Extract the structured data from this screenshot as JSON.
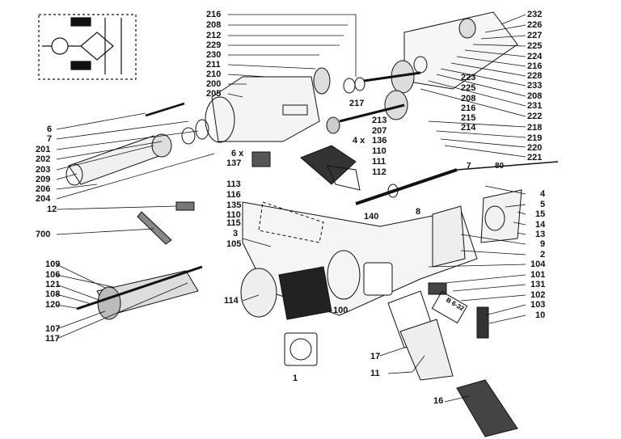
{
  "diagram": {
    "parts_top_right": [
      "216",
      "208",
      "212",
      "229",
      "230",
      "211",
      "210",
      "200",
      "205"
    ],
    "parts_far_right": [
      "232",
      "226",
      "227",
      "225",
      "224",
      "216",
      "228",
      "233",
      "208",
      "231",
      "222"
    ],
    "parts_middle_right": [
      "223",
      "225",
      "208",
      "217",
      "216",
      "215",
      "213",
      "214",
      "207",
      "218",
      "219",
      "220",
      "221"
    ],
    "parts_left": [
      "6",
      "7",
      "201",
      "202",
      "203",
      "209",
      "206",
      "204"
    ],
    "parts_center": [
      "6 x",
      "137",
      "4 x",
      "136",
      "110",
      "111",
      "112",
      "113",
      "116",
      "135",
      "110",
      "140",
      "8"
    ],
    "parts_right_col": [
      "4",
      "5",
      "15",
      "14",
      "13",
      "9",
      "2",
      "104",
      "101",
      "131",
      "102",
      "103",
      "10"
    ],
    "parts_lower_left": [
      "12",
      "700",
      "115",
      "3",
      "105",
      "109",
      "106",
      "121",
      "108",
      "120",
      "107",
      "117"
    ],
    "parts_bottom": [
      "114",
      "100",
      "17",
      "11",
      "1",
      "16"
    ],
    "parts_label_inset": [
      "7",
      "80"
    ],
    "plate_text": "B 6-32"
  }
}
